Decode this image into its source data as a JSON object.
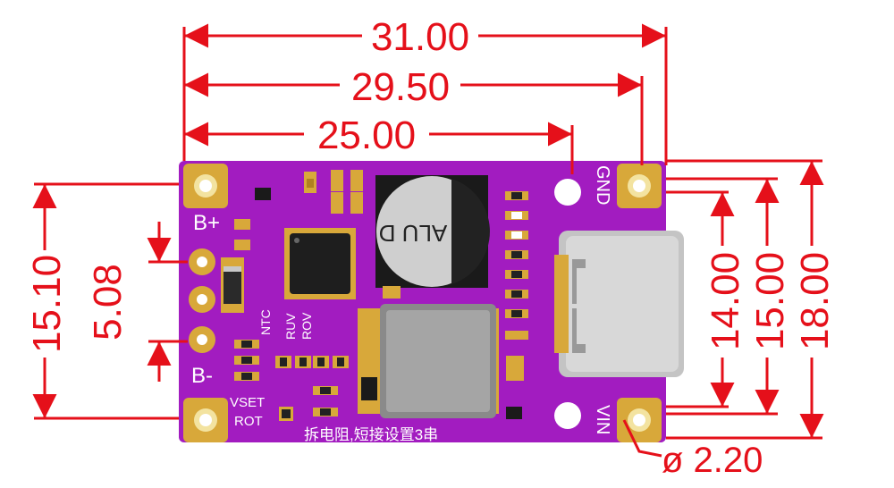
{
  "dimensions": {
    "width_overall": "31.00",
    "width_mid": "29.50",
    "width_inner": "25.00",
    "height_left_outer": "15.10",
    "height_left_inner": "5.08",
    "height_right_1": "14.00",
    "height_right_2": "15.00",
    "height_right_3": "18.00",
    "hole_diameter": "ø 2.20"
  },
  "board_labels": {
    "b_plus": "B+",
    "b_minus": "B-",
    "gnd": "GND",
    "vin": "VIN",
    "ntc": "NTC",
    "ruv": "RUV",
    "rov": "ROV",
    "vset": "VSET",
    "rot": "ROT",
    "capacitor": "ALU D",
    "note": "拆电阻,短接设置3串"
  },
  "colors": {
    "pcb": "#a21cc0",
    "pad": "#d8a83a",
    "dimension": "#e5101a"
  }
}
